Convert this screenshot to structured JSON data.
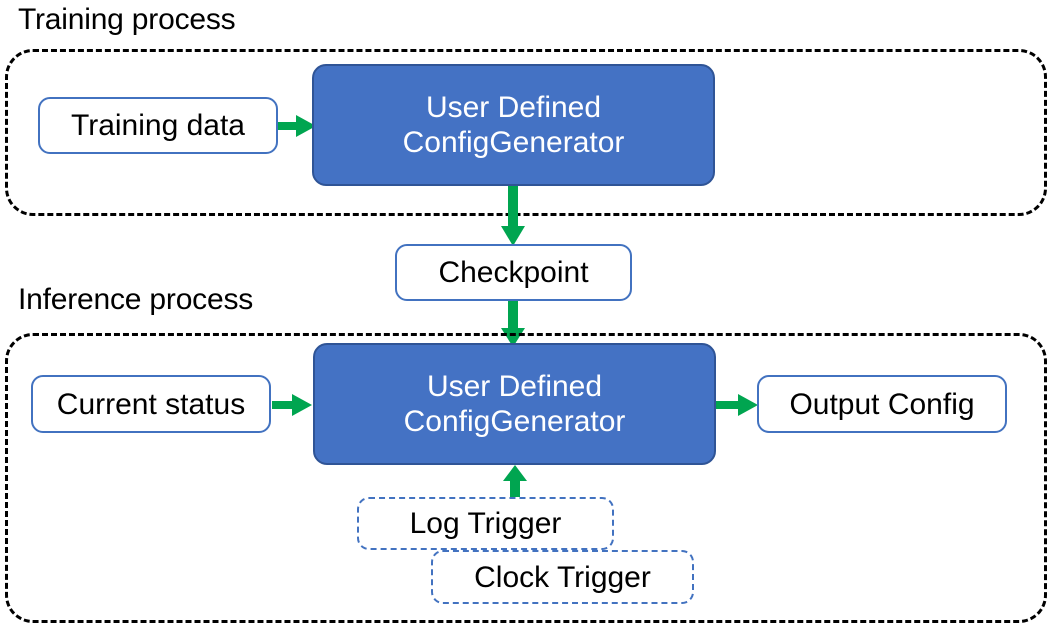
{
  "diagram": {
    "title_training": "Training process",
    "title_inference": "Inference process",
    "accent_blue": "#4472C4",
    "accent_blue_border": "#2F5496",
    "node_border_blue": "#4272C0",
    "arrow_green": "#00A550",
    "group_border": "#000000",
    "text_dark": "#000000",
    "text_light": "#FFFFFF"
  },
  "training": {
    "input_box": "Training data",
    "model_box": "User Defined\nConfigGenerator"
  },
  "bridge": {
    "checkpoint_box": "Checkpoint"
  },
  "inference": {
    "input_box": "Current status",
    "model_box": "User Defined\nConfigGenerator",
    "output_box": "Output Config",
    "trigger_log": "Log Trigger",
    "trigger_clock": "Clock Trigger"
  },
  "edges": [
    {
      "name": "training-data-to-model",
      "label": ""
    },
    {
      "name": "model-to-checkpoint",
      "label": ""
    },
    {
      "name": "checkpoint-to-inference-model",
      "label": ""
    },
    {
      "name": "current-status-to-model",
      "label": ""
    },
    {
      "name": "model-to-output-config",
      "label": ""
    },
    {
      "name": "triggers-to-model",
      "label": ""
    }
  ]
}
